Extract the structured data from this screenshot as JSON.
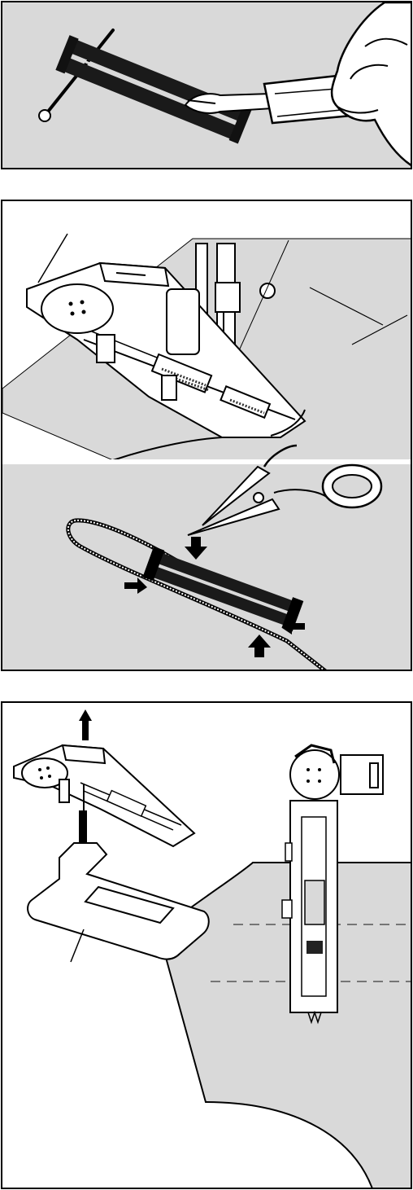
{
  "colors": {
    "background": "#ffffff",
    "panel_fill": "#d9d9d9",
    "fabric_fill": "#cfcfcf",
    "line": "#000000",
    "part_fill": "#ffffff",
    "stitch": "#1a1a1a"
  },
  "panels": [
    {
      "name": "opening-buttonhole-with-seam-ripper",
      "elements": [
        "buttonhole-stitching",
        "pin",
        "seam-ripper",
        "hand"
      ]
    },
    {
      "name": "corded-buttonhole",
      "elements": [
        "buttonhole-foot",
        "button",
        "needle",
        "presser-bar",
        "fabric",
        "cord",
        "pointer-line",
        "scissors",
        "cord-loop",
        "buttonhole-bars",
        "arrows"
      ]
    },
    {
      "name": "buttonhole-foot-stabilizer-plate",
      "elements": [
        "buttonhole-foot",
        "lift-arrow",
        "stabilizer-plate",
        "pointer-line",
        "fabric-piece",
        "dashed-guide-lines",
        "foot-top-view"
      ]
    }
  ]
}
